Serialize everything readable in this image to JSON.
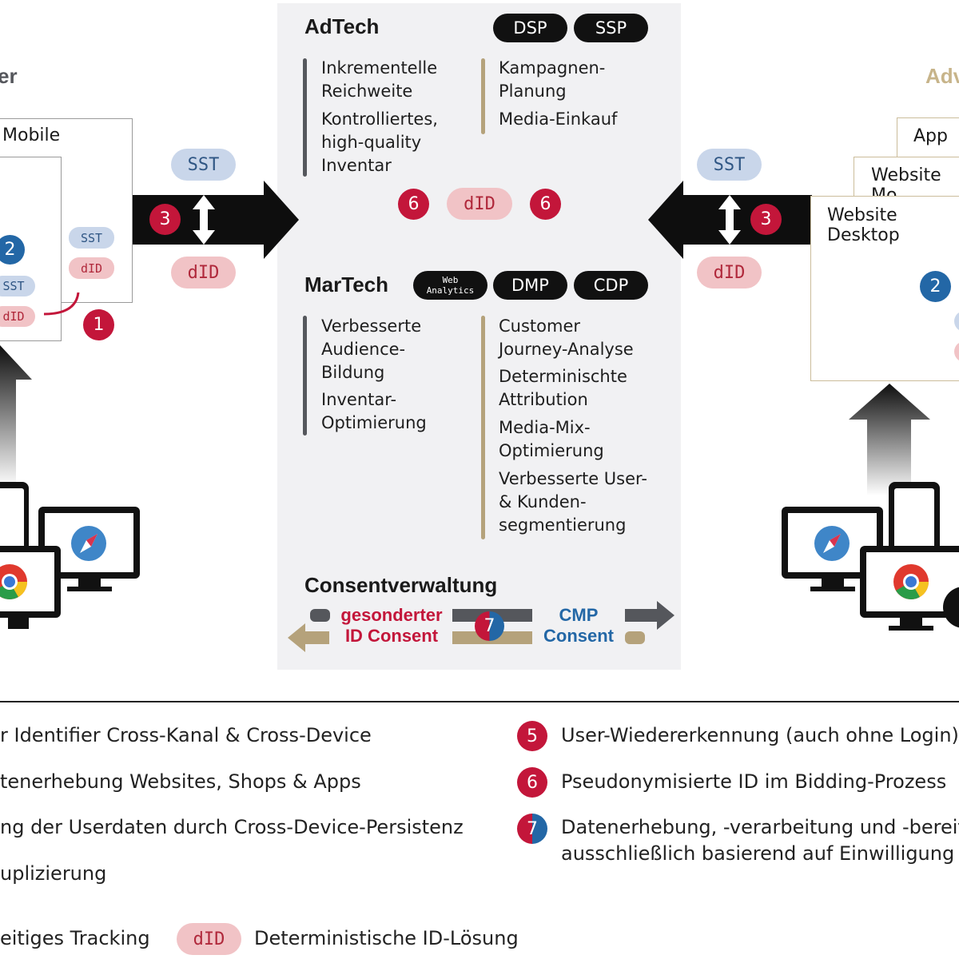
{
  "left_col": {
    "title_fragment": "er",
    "mobile_label": "Mobile",
    "sst_small": "SST",
    "did_small": "dID",
    "sst_tiny": "SST",
    "did_tiny": "dID",
    "badge_2": "2",
    "badge_1": "1"
  },
  "right_col": {
    "title_fragment": "Adv",
    "app_label": "App",
    "website_mobile_label": "Website Mo",
    "website_desktop_label": "Website Desktop",
    "badge_2": "2"
  },
  "arrows": {
    "left_sst": "SST",
    "left_did": "dID",
    "left_badge": "3",
    "right_sst": "SST",
    "right_did": "dID",
    "right_badge": "3"
  },
  "adtech": {
    "title": "AdTech",
    "tags": [
      "DSP",
      "SSP"
    ],
    "left_items": [
      "Inkrementelle\nReichweite",
      "Kontrolliertes,\nhigh-quality\nInventar"
    ],
    "right_items": [
      "Kampagnen-\nPlanung",
      "Media-Einkauf"
    ]
  },
  "middle_row": {
    "badge_left": "6",
    "did": "dID",
    "badge_right": "6"
  },
  "martech": {
    "title": "MarTech",
    "tag_small_line1": "Web",
    "tag_small_line2": "Analytics",
    "tags": [
      "DMP",
      "CDP"
    ],
    "left_items": [
      "Verbesserte\nAudience-\nBildung",
      "Inventar-\nOptimierung"
    ],
    "right_items": [
      "Customer\nJourney-Analyse",
      "Determinischte\nAttribution",
      "Media-Mix-\nOptimierung",
      "Verbesserte User-\n& Kunden-\nsegmentierung"
    ]
  },
  "consent": {
    "title": "Consentverwaltung",
    "left_line1": "gesonderter",
    "left_line2": "ID Consent",
    "badge": "7",
    "right_line1": "CMP",
    "right_line2": "Consent"
  },
  "legend": {
    "items_left": [
      "r Identifier Cross-Kanal & Cross-Device",
      "tenerhebung Websites, Shops & Apps",
      "ng der Userdaten durch Cross-Device-Persistenz",
      "uplizierung"
    ],
    "items_right": [
      {
        "badge": "5",
        "text": "User-Wiedererkennung (auch ohne Login)"
      },
      {
        "badge": "6",
        "text": "Pseudonymisierte ID im Bidding-Prozess"
      },
      {
        "badge": "7",
        "text": "Datenerhebung, -verarbeitung und -bereits",
        "text2": "ausschließlich basierend auf Einwilligung"
      }
    ],
    "bottom_left": "eitiges Tracking",
    "bottom_did": "dID",
    "bottom_did_text": "Deterministische ID-Lösung"
  },
  "colors": {
    "red": "#c3163a",
    "blue": "#2367a6",
    "gold": "#b5a27b",
    "panel": "#f1f1f3"
  }
}
